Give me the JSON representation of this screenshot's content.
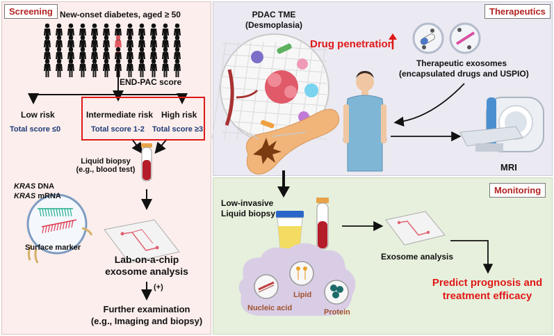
{
  "screening": {
    "tag": "Screening",
    "population": "New-onset diabetes, aged ≥ 50",
    "score_name": "END-PAC score",
    "low_risk": "Low risk",
    "low_score": "Total score ≤0",
    "intermediate_risk": "Intermediate risk",
    "intermediate_score": "Total score 1-2",
    "high_risk": "High risk",
    "high_score": "Total score ≥3",
    "liquid_biopsy_1": "Liquid biopsy",
    "liquid_biopsy_2": "(e.g., blood test)",
    "kras_dna_gene": "KRAS",
    "kras_dna_suffix": " DNA",
    "kras_mrna_gene": "KRAS",
    "kras_mrna_suffix": " mRNA",
    "surface_marker": "Surface marker",
    "chip_1": "Lab-on-a-chip",
    "chip_2": "exosome analysis",
    "positive": "(+)",
    "further_1": "Further examination",
    "further_2": "(e.g., Imaging and biopsy)"
  },
  "therapeutics": {
    "tag": "Therapeutics",
    "tme_1": "PDAC TME",
    "tme_2": "(Desmoplasia)",
    "drug_penetration": "Drug penetration",
    "up_arrow": "↑",
    "exosomes_1": "Therapeutic exosomes",
    "exosomes_2": "(encapsulated drugs and USPIO)",
    "mri": "MRI"
  },
  "monitoring": {
    "tag": "Monitoring",
    "biopsy_1": "Low-invasive",
    "biopsy_2": "Liquid biopsy",
    "exosome_analysis": "Exosome analysis",
    "nucleic_acid": "Nucleic acid",
    "lipid": "Lipid",
    "protein": "Protein",
    "predict_1": "Predict prognosis and",
    "predict_2": "treatment efficacy"
  },
  "colors": {
    "accent_red": "#e01818",
    "navy": "#1f3a78",
    "screening_bg": "#fbeeec",
    "therapeutics_bg": "#ebe9f1",
    "monitoring_bg": "#e6f0dc"
  }
}
